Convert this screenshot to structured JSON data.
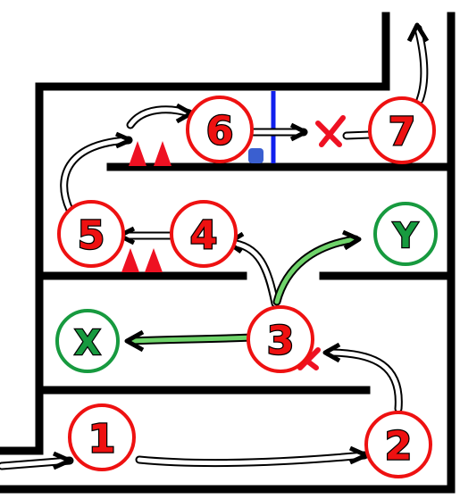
{
  "steps": [
    {
      "label": "1"
    },
    {
      "label": "2"
    },
    {
      "label": "3"
    },
    {
      "label": "4"
    },
    {
      "label": "5"
    },
    {
      "label": "6"
    },
    {
      "label": "7"
    }
  ],
  "goals": [
    {
      "label": "X"
    },
    {
      "label": "Y"
    }
  ],
  "colors": {
    "step": "#ee1111",
    "goal": "#179a3f",
    "route": "#ffffff",
    "alt_route": "#6fd36a",
    "barrier": "#1020ee",
    "hazard": "#ee1122"
  }
}
